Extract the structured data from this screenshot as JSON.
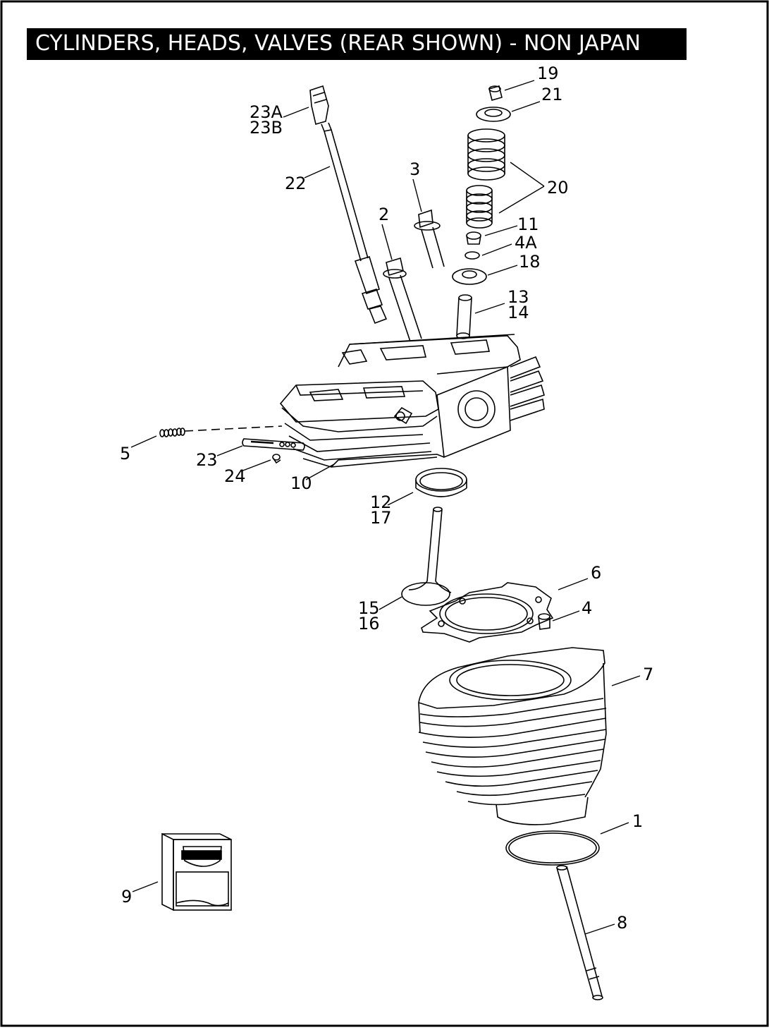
{
  "title": "CYLINDERS, HEADS, VALVES (REAR SHOWN) - NON JAPAN",
  "colors": {
    "ink": "#000000",
    "paper": "#ffffff",
    "title_bg": "#000000",
    "title_fg": "#ffffff"
  },
  "callouts": {
    "c1": "1",
    "c2": "2",
    "c3": "3",
    "c4": "4",
    "c4a": "4A",
    "c5": "5",
    "c6": "6",
    "c7": "7",
    "c8": "8",
    "c9": "9",
    "c10": "10",
    "c11": "11",
    "c12": "12",
    "c13": "13",
    "c14": "14",
    "c15": "15",
    "c16": "16",
    "c17": "17",
    "c18": "18",
    "c19": "19",
    "c20": "20",
    "c21": "21",
    "c22": "22",
    "c23": "23",
    "c23a": "23A",
    "c23b": "23B",
    "c24": "24"
  }
}
